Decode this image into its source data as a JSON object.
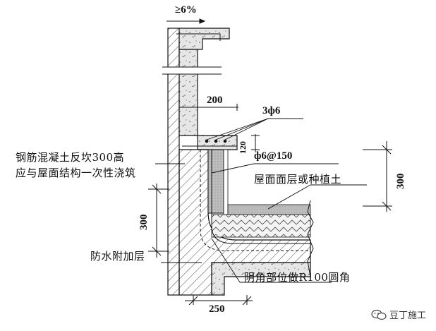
{
  "labels": {
    "slope": "≥6%",
    "dim_200": "200",
    "rebar_3phi6": "3ф6",
    "dim_120": "120",
    "rebar_phi6_150": "ф6@150",
    "surface_layer": "屋面面层或种植土",
    "dim_300_right": "300",
    "curb_line1": "钢筋混凝土反坎300高",
    "curb_line2": "应与屋面结构一次性浇筑",
    "dim_300_left": "300",
    "waterproof_extra": "防水附加层",
    "corner_note": "阴角部位做R100圆角",
    "dim_250": "250"
  },
  "watermark": {
    "text": "豆丁施工",
    "icon": "wechat-icon"
  },
  "colors": {
    "line": "#111111",
    "hatch": "#333333",
    "background": "#ffffff"
  }
}
